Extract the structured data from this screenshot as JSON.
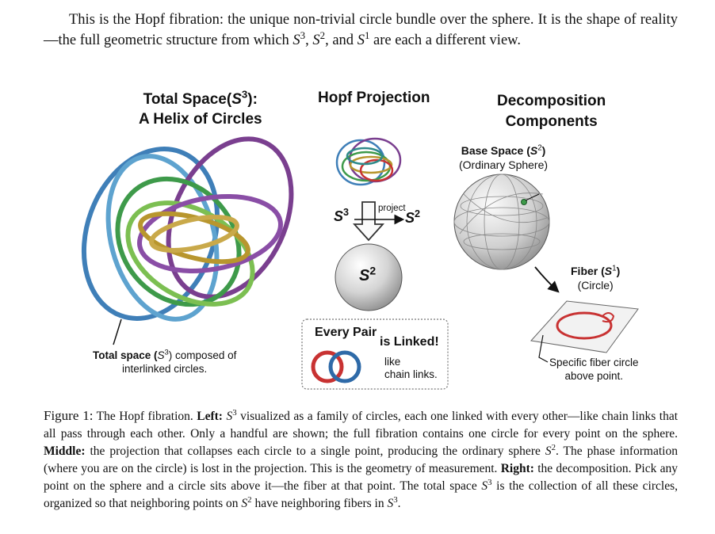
{
  "intro": {
    "line_a": "This is the Hopf fibration: the unique non-trivial circle bundle over the sphere. It is the shape of reality—the full geometric structure from which ",
    "s3": "S",
    "s3_sup": "3",
    "comma1": ", ",
    "s2": "S",
    "s2_sup": "2",
    "and": ", and ",
    "s1": "S",
    "s1_sup": "1",
    "line_end": " are each a different view."
  },
  "figure": {
    "left_title_a": "Total Space(",
    "left_title_s": "S",
    "left_title_sup": "3",
    "left_title_b": "):",
    "left_title_line2": "A Helix of Circles",
    "left_note_a": "Total space (",
    "left_note_s": "S",
    "left_note_sup": "3",
    "left_note_b": ") composed of",
    "left_note_line2": "interlinked circles.",
    "mid_title": "Hopf Projection",
    "mid_s3": "S",
    "mid_s3_sup": "3",
    "mid_project": "project",
    "mid_s2": "S",
    "mid_s2_sup": "2",
    "mid_sphere_s": "S",
    "mid_sphere_sup": "2",
    "pair_title_a": "Every Pair",
    "pair_title_b": "is Linked!",
    "pair_like": "like",
    "pair_chain": "chain links.",
    "right_title_line1": "Decomposition",
    "right_title_line2": "Components",
    "base_a": "Base Space (",
    "base_s": "S",
    "base_sup": "2",
    "base_b": ")",
    "base_sub": "(Ordinary Sphere)",
    "fiber_a": "Fiber (",
    "fiber_s": "S",
    "fiber_sup": "1",
    "fiber_b": ")",
    "fiber_sub": "(Circle)",
    "specific_line1": "Specific fiber circle",
    "specific_line2": "above point."
  },
  "colors": {
    "purple": "#7a3f8f",
    "blue": "#3f7fb8",
    "green": "#3e9a4a",
    "light_green": "#7cbf52",
    "gold": "#b8962e",
    "teal": "#2e8a8a",
    "red": "#c83232",
    "link_blue": "#2e6aa8"
  },
  "caption": {
    "figure_label": "Figure 1:",
    "c1": " The Hopf fibration. ",
    "left_label": "Left:",
    "c2_s": "S",
    "c2_sup": "3",
    "c2": " visualized as a family of circles, each one linked with every other—like chain links that all pass through each other. Only a handful are shown; the full fibration contains one circle for every point on the sphere. ",
    "middle_label": "Middle:",
    "c3": " the projection that collapses each circle to a single point, producing the ordinary sphere ",
    "c3_s": "S",
    "c3_sup": "2",
    "c4": ". The phase information (where you are on the circle) is lost in the projection. This is the geometry of measurement. ",
    "right_label": "Right:",
    "c5": " the decomposition. Pick any point on the sphere and a circle sits above it—the fiber at that point. The total space ",
    "c5_s": "S",
    "c5_sup": "3",
    "c6": " is the collection of all these circles, organized so that neighboring points on ",
    "c6_s": "S",
    "c6_sup": "2",
    "c7": " have neighboring fibers in ",
    "c7_s": "S",
    "c7_sup": "3",
    "c8": "."
  }
}
